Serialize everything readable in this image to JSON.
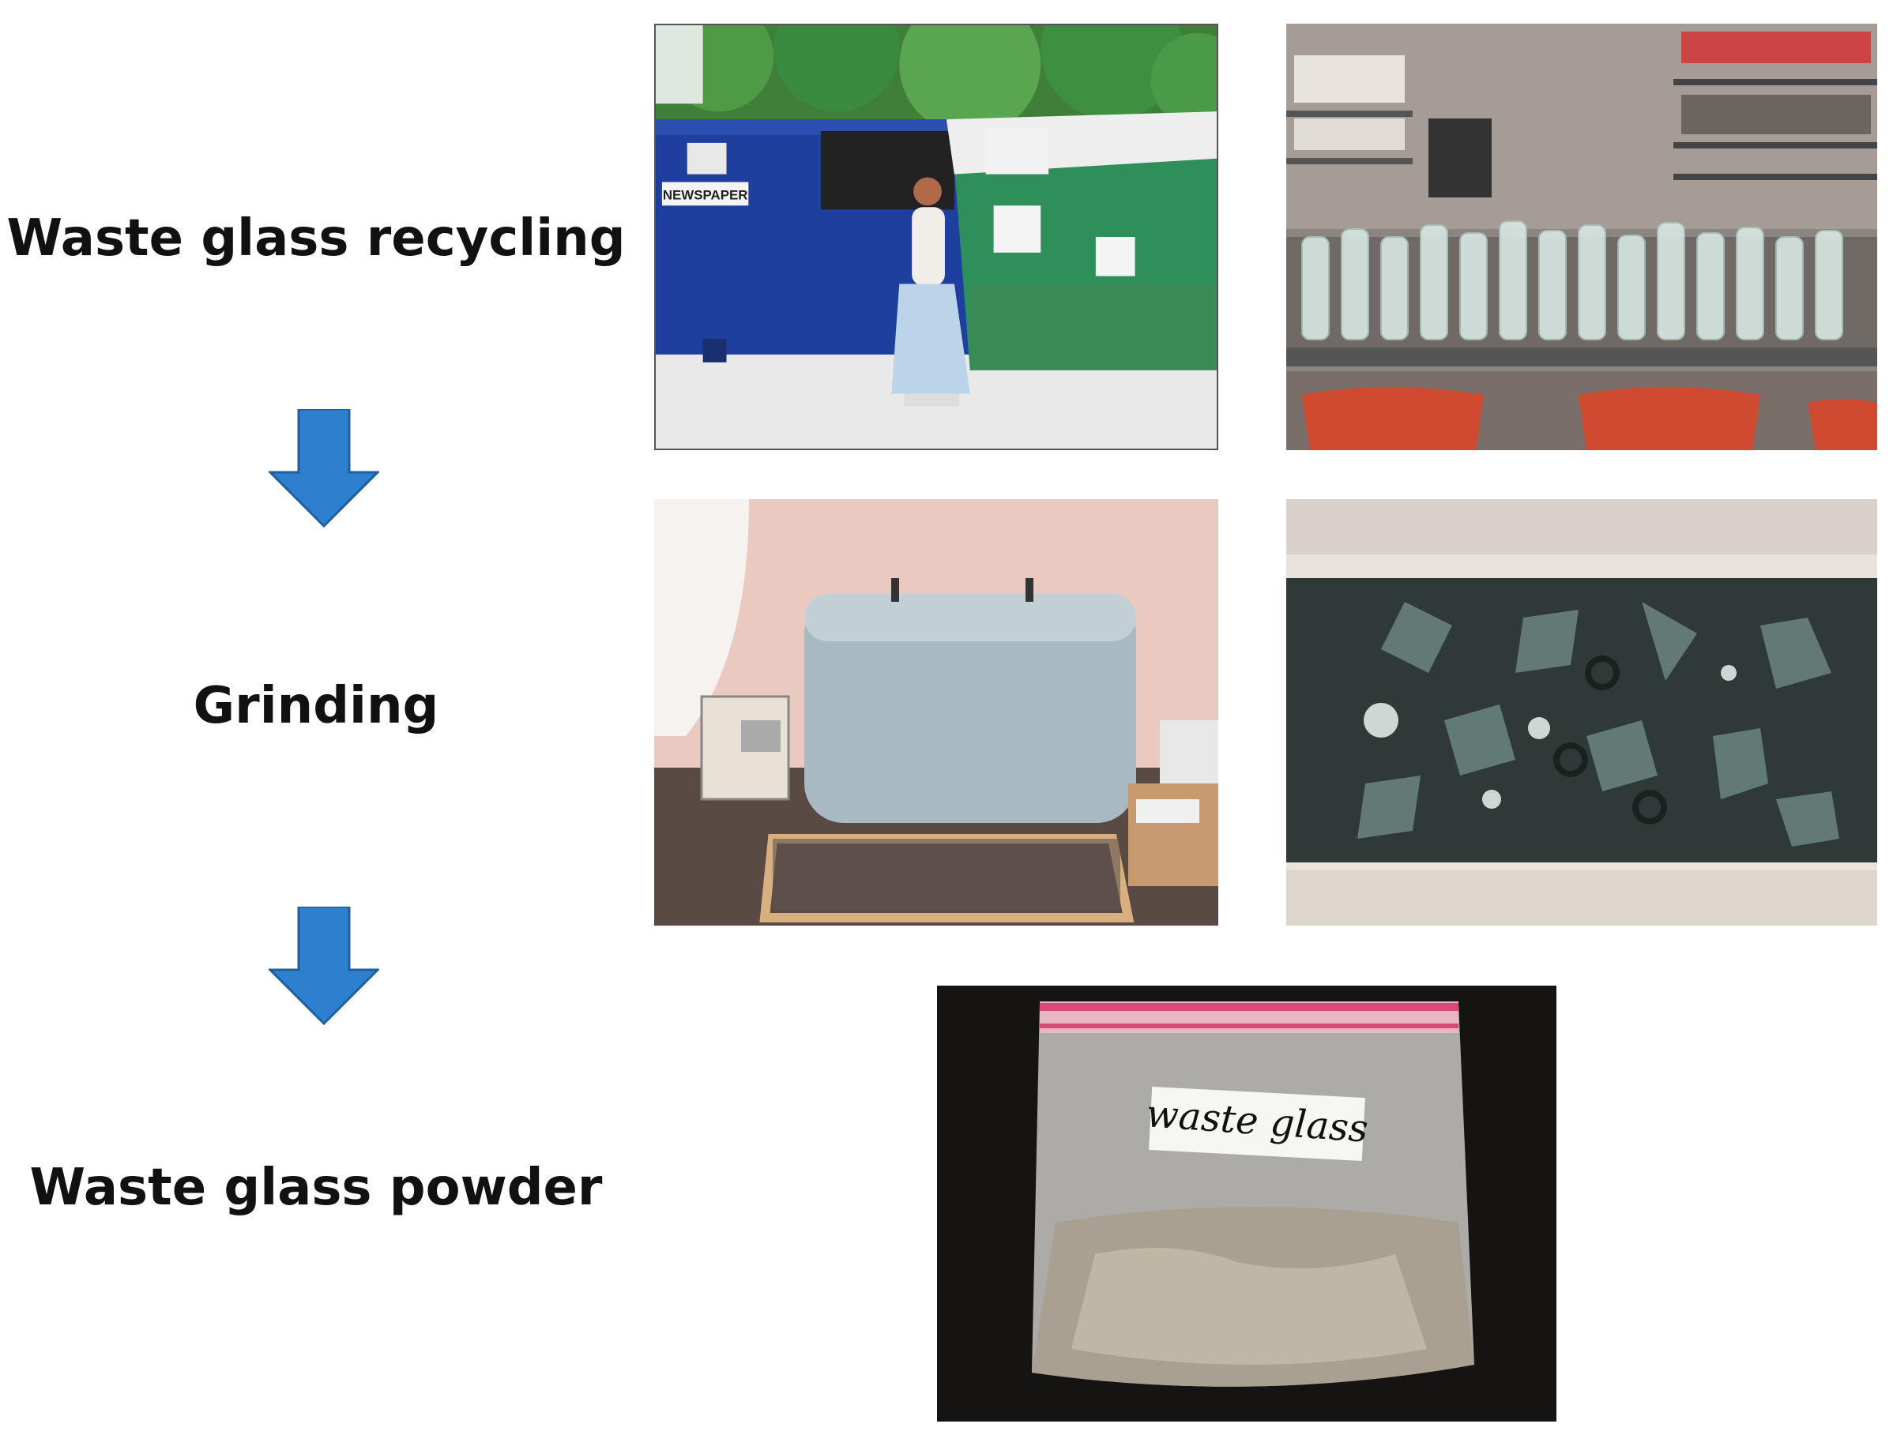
{
  "steps": [
    {
      "label": "Waste glass recycling"
    },
    {
      "label": "Grinding"
    },
    {
      "label": "Waste glass powder"
    }
  ],
  "arrows": {
    "color": "#2f7fcf",
    "stroke": "#1f5f9f"
  },
  "photos": {
    "recycling_bins": {
      "sign_text": "NEWSPAPER",
      "bin_blue": "#1f3f9f",
      "bin_green": "#2f8f5a"
    },
    "glass_bottles": {},
    "ball_mill": {},
    "ground_glass": {},
    "powder_bag": {
      "label_text": "waste glass"
    }
  }
}
